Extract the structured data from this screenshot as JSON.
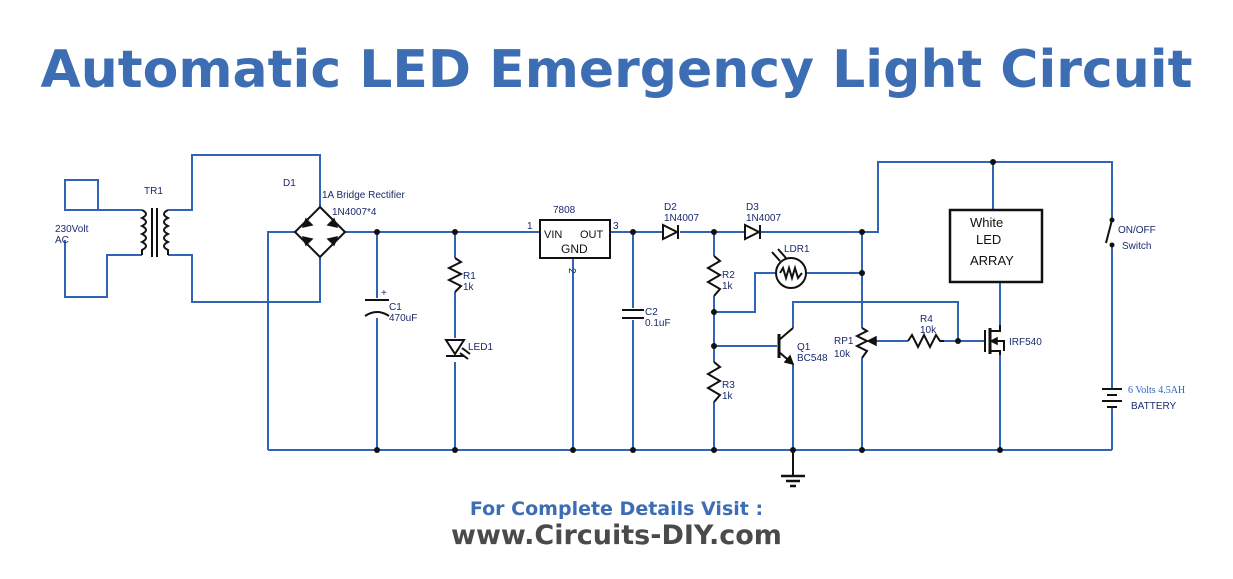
{
  "title": "Automatic LED Emergency Light Circuit",
  "footer": {
    "visit_label": "For Complete Details Visit :",
    "url": "www.Circuits-DIY.com"
  },
  "labels": {
    "input_voltage_1": "230Volt",
    "input_voltage_2": "AC",
    "tr1": "TR1",
    "d1": "D1",
    "bridge_1": "1A Bridge Rectifier",
    "bridge_2": "1N4007*4",
    "c1": "C1",
    "c1_val": "470uF",
    "r1": "R1",
    "r1_val": "1k",
    "led1": "LED1",
    "reg_name": "7808",
    "reg_vin": "VIN",
    "reg_out": "OUT",
    "reg_gnd": "GND",
    "pin1": "1",
    "pin2": "2",
    "pin3": "3",
    "c2": "C2",
    "c2_val": "0.1uF",
    "d2": "D2",
    "d2_val": "1N4007",
    "d3": "D3",
    "d3_val": "1N4007",
    "r2": "R2",
    "r2_val": "1k",
    "r3": "R3",
    "r3_val": "1k",
    "ldr1": "LDR1",
    "q1": "Q1",
    "q1_val": "BC548",
    "rp1": "RP1",
    "rp1_val": "10k",
    "r4": "R4",
    "r4_val": "10k",
    "mosfet": "IRF540",
    "led_array_1": "White",
    "led_array_2": "LED",
    "led_array_3": "ARRAY",
    "switch_1": "ON/OFF",
    "switch_2": "Switch",
    "battery_1": "6 Volts 4.5AH",
    "battery_2": "BATTERY"
  },
  "colors": {
    "title": "#3d6db3",
    "wire": "#2f64b8",
    "component": "#111111",
    "url": "#4a4a4a"
  }
}
